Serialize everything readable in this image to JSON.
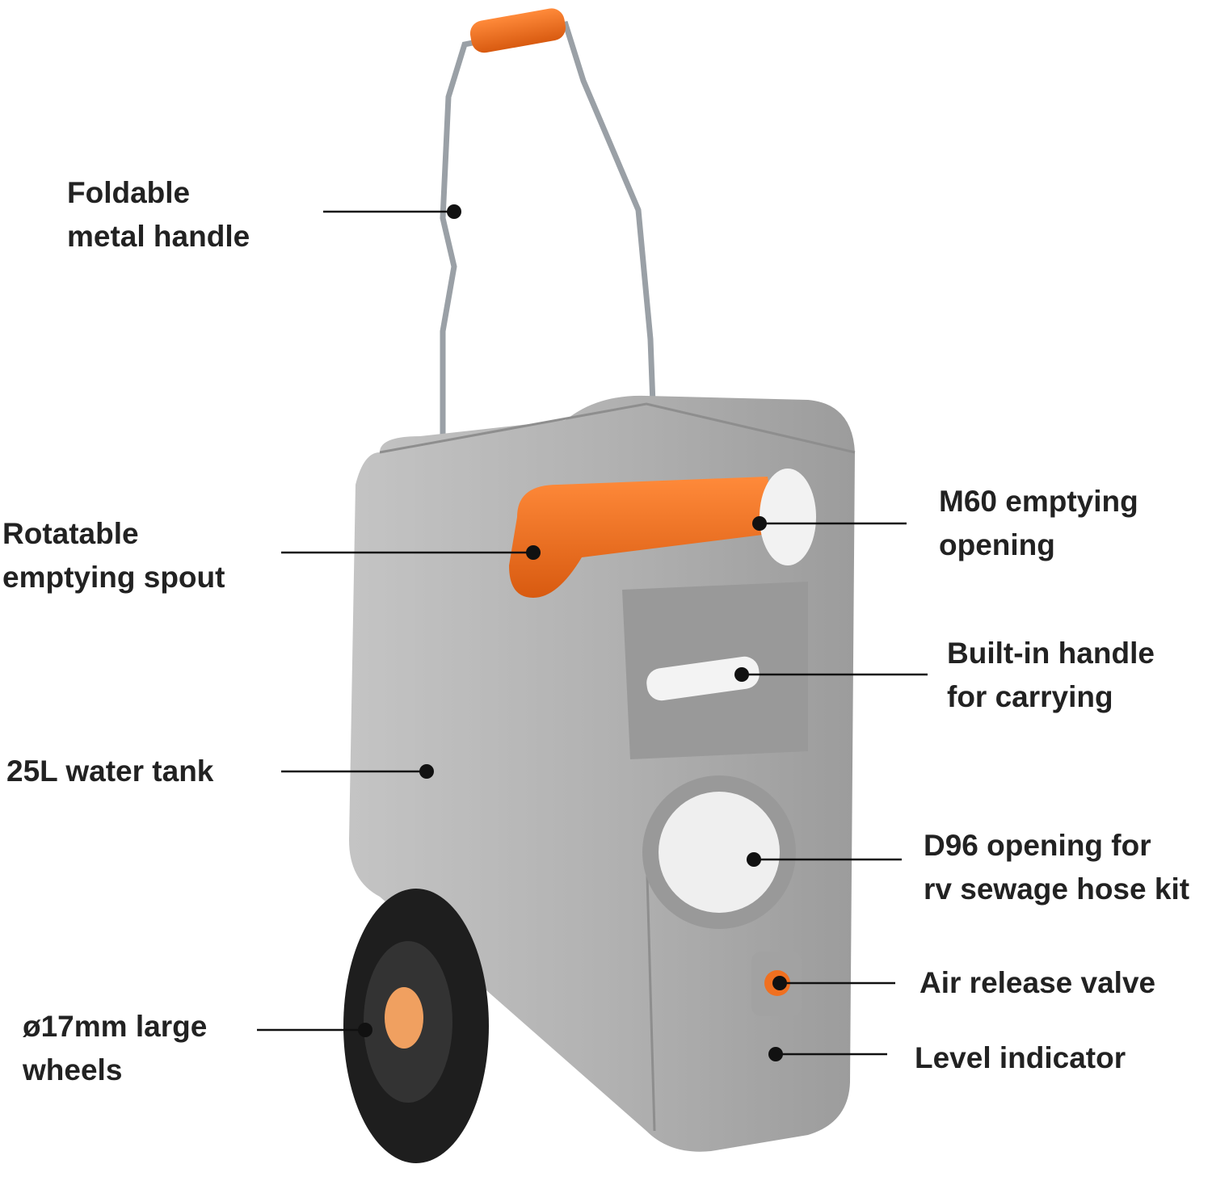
{
  "labels": {
    "handle": [
      "Foldable",
      "metal handle"
    ],
    "spout": [
      "Rotatable",
      "emptying spout"
    ],
    "tank": [
      "25L water tank"
    ],
    "wheels": [
      "ø17mm large",
      "wheels"
    ],
    "m60": [
      "M60 emptying",
      "opening"
    ],
    "carry": [
      "Built-in handle",
      "for carrying"
    ],
    "d96": [
      "D96 opening for",
      "rv sewage hose kit"
    ],
    "valve": [
      "Air release valve"
    ],
    "level": [
      "Level indicator"
    ]
  },
  "colors": {
    "tank": "#a9a9a9",
    "orange": "#f07020",
    "text": "#222222"
  }
}
